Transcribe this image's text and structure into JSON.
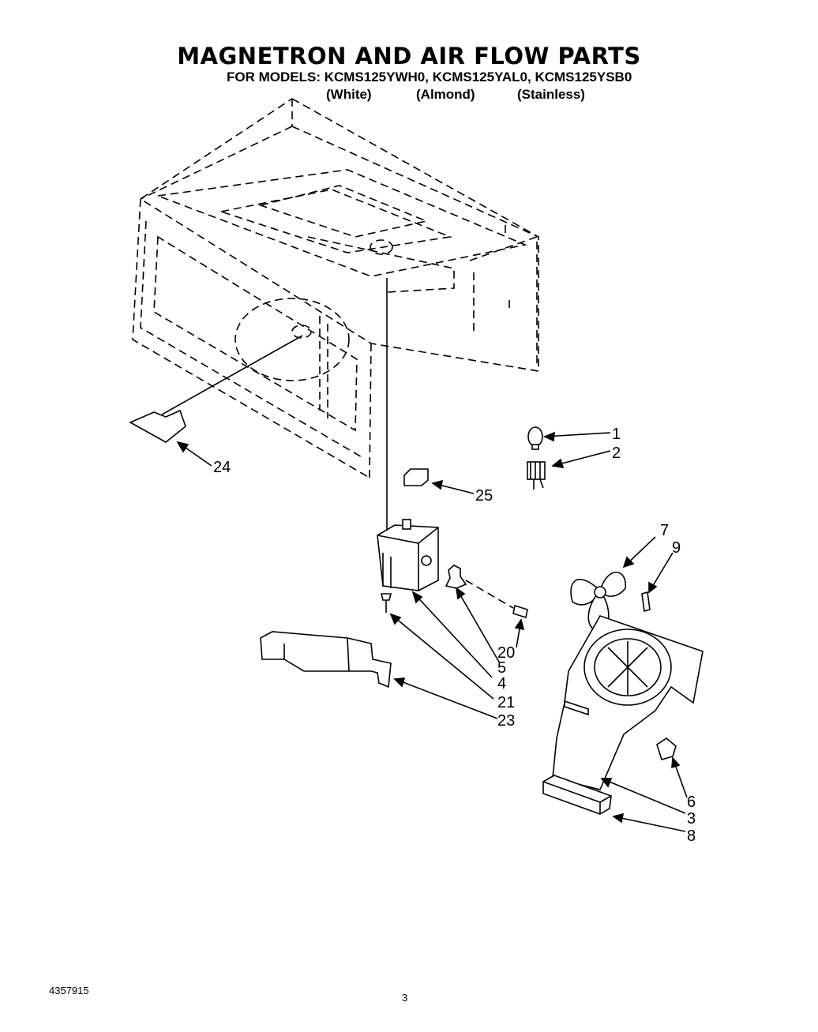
{
  "document": {
    "title": "MAGNETRON AND AIR FLOW PARTS",
    "models_line": "FOR MODELS: KCMS125YWH0, KCMS125YAL0, KCMS125YSB0",
    "variants": [
      "(White)",
      "(Almond)",
      "(Stainless)"
    ],
    "document_number": "4357915",
    "page_number": "3"
  },
  "diagram": {
    "callouts": [
      "1",
      "2",
      "7",
      "9",
      "24",
      "25",
      "20",
      "5",
      "4",
      "21",
      "23",
      "6",
      "3",
      "8"
    ]
  }
}
